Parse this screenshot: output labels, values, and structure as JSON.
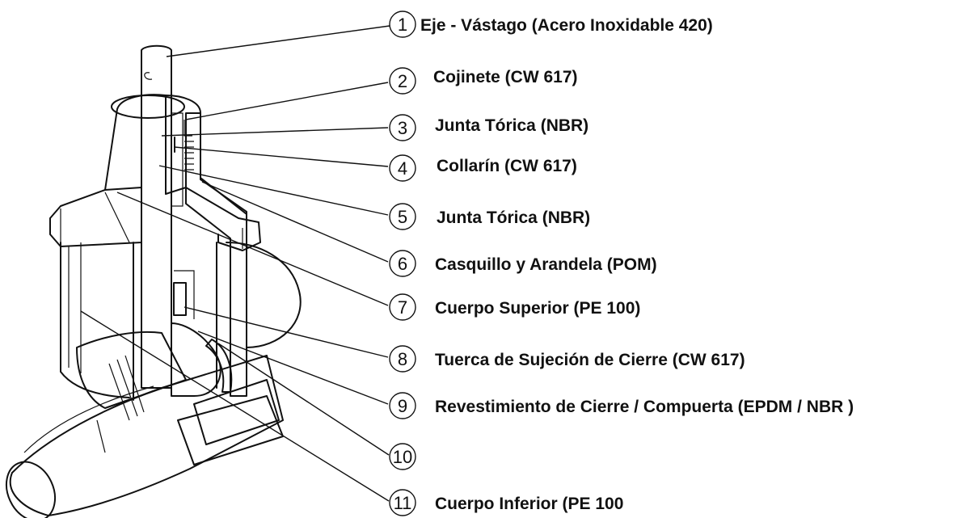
{
  "diagram": {
    "callouts": [
      {
        "number": "1",
        "label": "Eje - Vástago (Acero Inoxidable 420)"
      },
      {
        "number": "2",
        "label": "Cojinete (CW 617)"
      },
      {
        "number": "3",
        "label": "Junta Tórica (NBR)"
      },
      {
        "number": "4",
        "label": "Collarín (CW 617)"
      },
      {
        "number": "5",
        "label": "Junta Tórica (NBR)"
      },
      {
        "number": "6",
        "label": "Casquillo y Arandela (POM)"
      },
      {
        "number": "7",
        "label": "Cuerpo Superior (PE 100)"
      },
      {
        "number": "8",
        "label": "Tuerca de Sujeción de Cierre (CW 617)"
      },
      {
        "number": "9",
        "label": "Revestimiento de Cierre / Compuerta (EPDM / NBR )"
      },
      {
        "number": "10",
        "label": ""
      },
      {
        "number": "11",
        "label": "Cuerpo Inferior (PE 100"
      }
    ]
  }
}
